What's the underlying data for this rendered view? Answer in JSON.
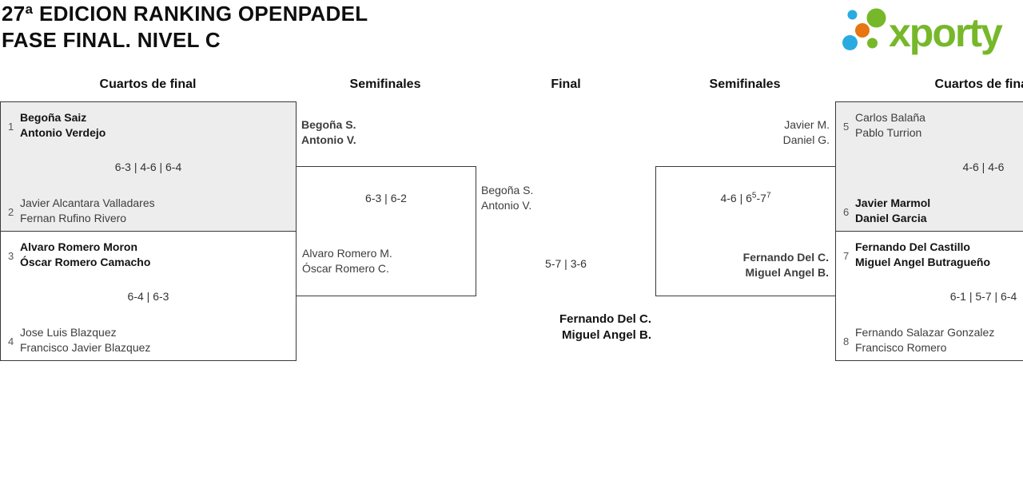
{
  "page": {
    "title_line1": "27ª EDICION RANKING OPENPADEL",
    "title_line2": "FASE FINAL. NIVEL C"
  },
  "logo": {
    "text": "xporty",
    "green": "#76b82a",
    "blue": "#29abe2",
    "orange": "#e87511"
  },
  "colors": {
    "box_gray": "#ededed",
    "box_border": "#3a3a3a"
  },
  "round_headers": {
    "quarters_left": "Cuartos de final",
    "semis_left": "Semifinales",
    "final": "Final",
    "semis_right": "Semifinales",
    "quarters_right": "Cuartos de final"
  },
  "bracket": {
    "q1": {
      "seed_a": "1",
      "team_a": [
        "Begoña Saiz",
        "Antonio Verdejo"
      ],
      "score": "6-3 | 4-6 | 6-4",
      "seed_b": "2",
      "team_b": [
        "Javier Alcantara Valladares",
        "Fernan Rufino Rivero"
      ],
      "winner": "team_a"
    },
    "q2": {
      "seed_a": "3",
      "team_a": [
        "Alvaro Romero Moron",
        "Óscar Romero Camacho"
      ],
      "score": "6-4 | 6-3",
      "seed_b": "4",
      "team_b": [
        "Jose Luis Blazquez",
        "Francisco Javier Blazquez"
      ],
      "winner": "team_a"
    },
    "sf_left": {
      "team_a": [
        "Begoña S.",
        "Antonio V."
      ],
      "score": "6-3 | 6-2",
      "team_b": [
        "Alvaro Romero M.",
        "Óscar Romero C."
      ],
      "winner": "team_a"
    },
    "final": {
      "team_a": [
        "Begoña S.",
        "Antonio V."
      ],
      "score": "5-7 | 3-6",
      "champion": [
        "Fernando Del C.",
        "Miguel Angel B."
      ]
    },
    "sf_right": {
      "team_a": [
        "Javier M.",
        "Daniel G."
      ],
      "score_parts": {
        "p1": "4-6 | 6",
        "s1": "5",
        "p2": "-7",
        "s2": "7"
      },
      "team_b": [
        "Fernando Del C.",
        "Miguel Angel B."
      ],
      "winner": "team_b"
    },
    "q3": {
      "seed_a": "5",
      "team_a": [
        "Carlos Balaña",
        "Pablo Turrion"
      ],
      "score": "4-6 | 4-6",
      "seed_b": "6",
      "team_b": [
        "Javier Marmol",
        "Daniel Garcia"
      ],
      "winner": "team_b"
    },
    "q4": {
      "seed_a": "7",
      "team_a": [
        "Fernando Del Castillo",
        "Miguel Angel Butragueño"
      ],
      "score": "6-1 | 5-7 | 6-4",
      "seed_b": "8",
      "team_b": [
        "Fernando Salazar Gonzalez",
        "Francisco Romero"
      ],
      "winner": "team_a"
    }
  }
}
